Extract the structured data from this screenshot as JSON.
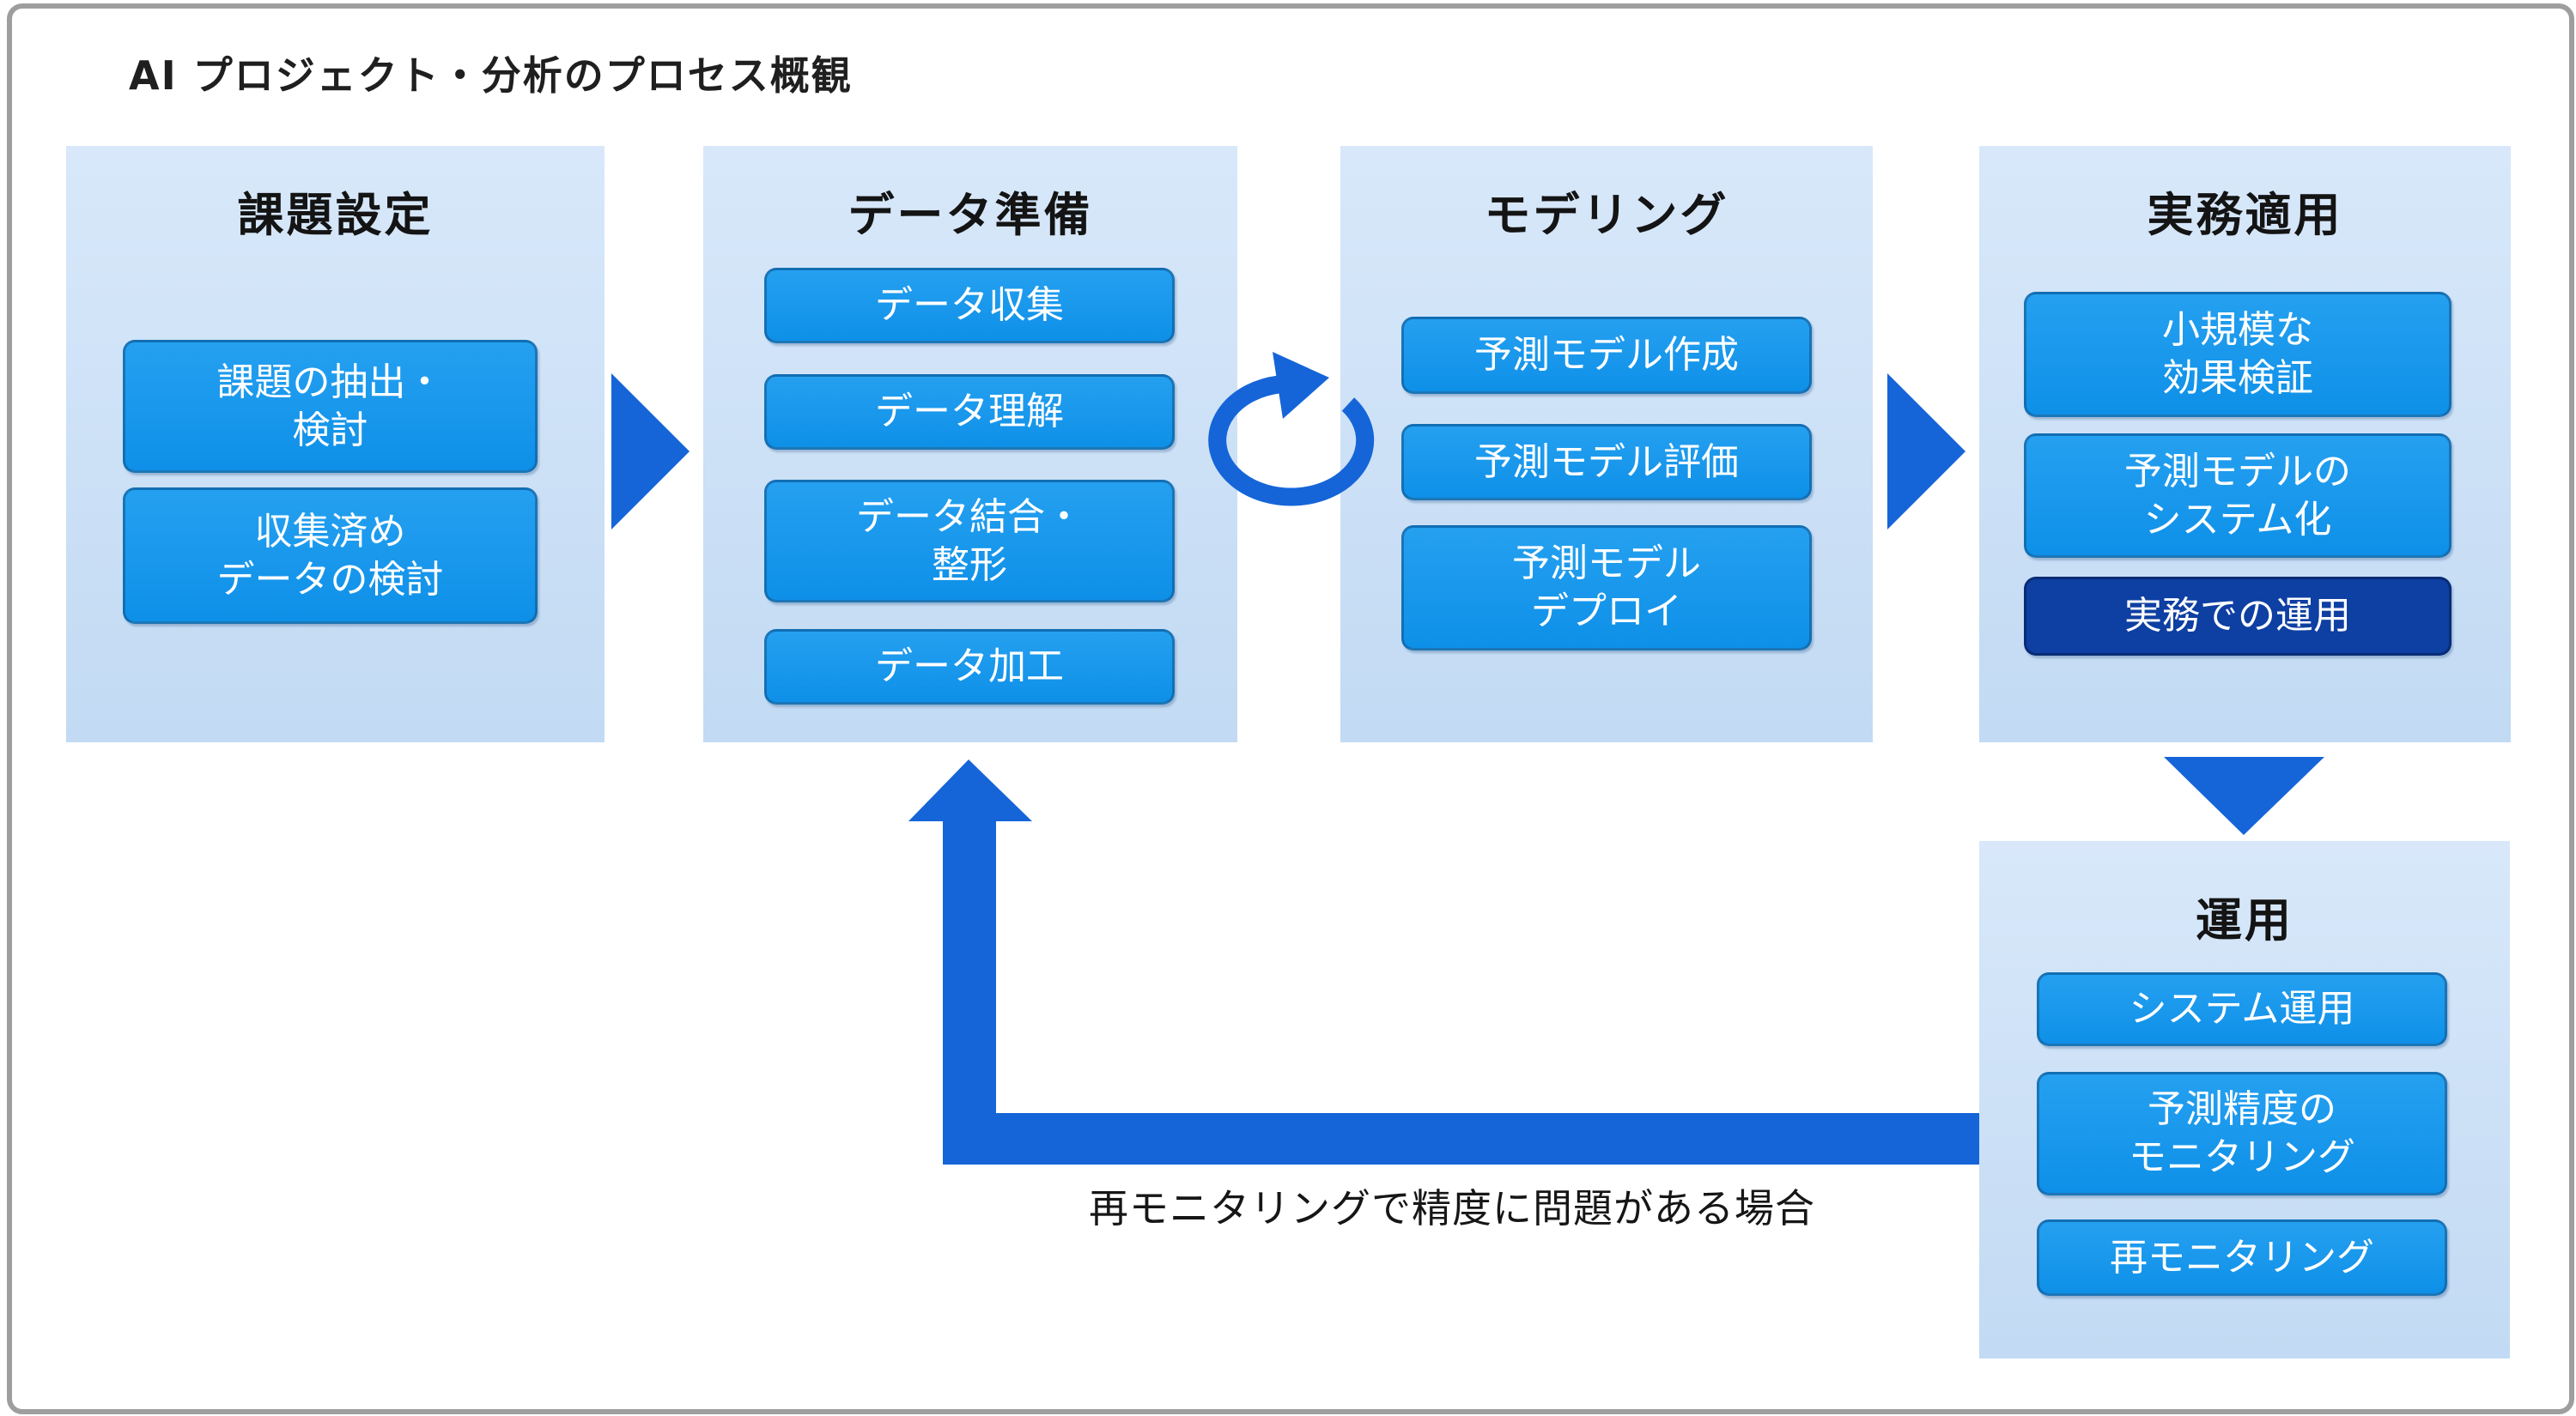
{
  "title": "AI プロジェクト・分析のプロセス概観",
  "colors": {
    "panel_bg": "#cde0f6",
    "box_blue": "#1296ee",
    "dark_box_blue": "#0e3fa2",
    "arrow_blue": "#1565d9",
    "frame_border": "#9e9e9e",
    "box_text": "#ffffff",
    "heading_text": "#141414"
  },
  "panels": [
    {
      "header": "課題設定",
      "items": [
        {
          "lines": [
            "課題の抽出・",
            "検討"
          ]
        },
        {
          "lines": [
            "収集済め",
            "データの検討"
          ]
        }
      ]
    },
    {
      "header": "データ準備",
      "items": [
        {
          "lines": [
            "データ収集"
          ]
        },
        {
          "lines": [
            "データ理解"
          ]
        },
        {
          "lines": [
            "データ結合・",
            "整形"
          ]
        },
        {
          "lines": [
            "データ加工"
          ]
        }
      ]
    },
    {
      "header": "モデリング",
      "items": [
        {
          "lines": [
            "予測モデル作成"
          ]
        },
        {
          "lines": [
            "予測モデル評価"
          ]
        },
        {
          "lines": [
            "予測モデル",
            "デプロイ"
          ]
        }
      ]
    },
    {
      "header": "実務適用",
      "items": [
        {
          "lines": [
            "小規模な",
            "効果検証"
          ]
        },
        {
          "lines": [
            "予測モデルの",
            "システム化"
          ]
        },
        {
          "lines": [
            "実務での運用"
          ],
          "variant": "dark"
        }
      ]
    },
    {
      "header": "運用",
      "items": [
        {
          "lines": [
            "システム運用"
          ]
        },
        {
          "lines": [
            "予測精度の",
            "モニタリング"
          ]
        },
        {
          "lines": [
            "再モニタリング"
          ]
        }
      ]
    }
  ],
  "annotations": {
    "feedback_label": "再モニタリングで精度に問題がある場合"
  }
}
